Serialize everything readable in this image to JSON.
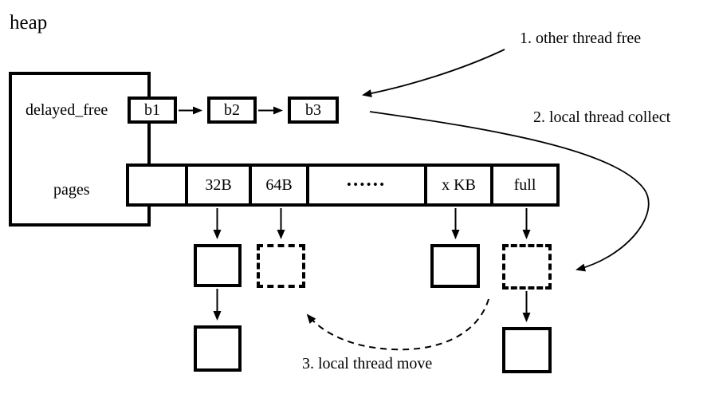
{
  "colors": {
    "line": "#000000",
    "background": "#ffffff"
  },
  "diagram": {
    "title": "heap",
    "heap": {
      "delayed_free_label": "delayed_free",
      "pages_label": "pages"
    },
    "delayed_free_blocks": [
      "b1",
      "b2",
      "b3"
    ],
    "page_bins": [
      "",
      "32B",
      "64B",
      "••••••",
      "x KB",
      "full"
    ],
    "annotations": {
      "step1": "1. other thread free",
      "step2": "2. local thread collect",
      "step3": "3. local thread move"
    }
  }
}
